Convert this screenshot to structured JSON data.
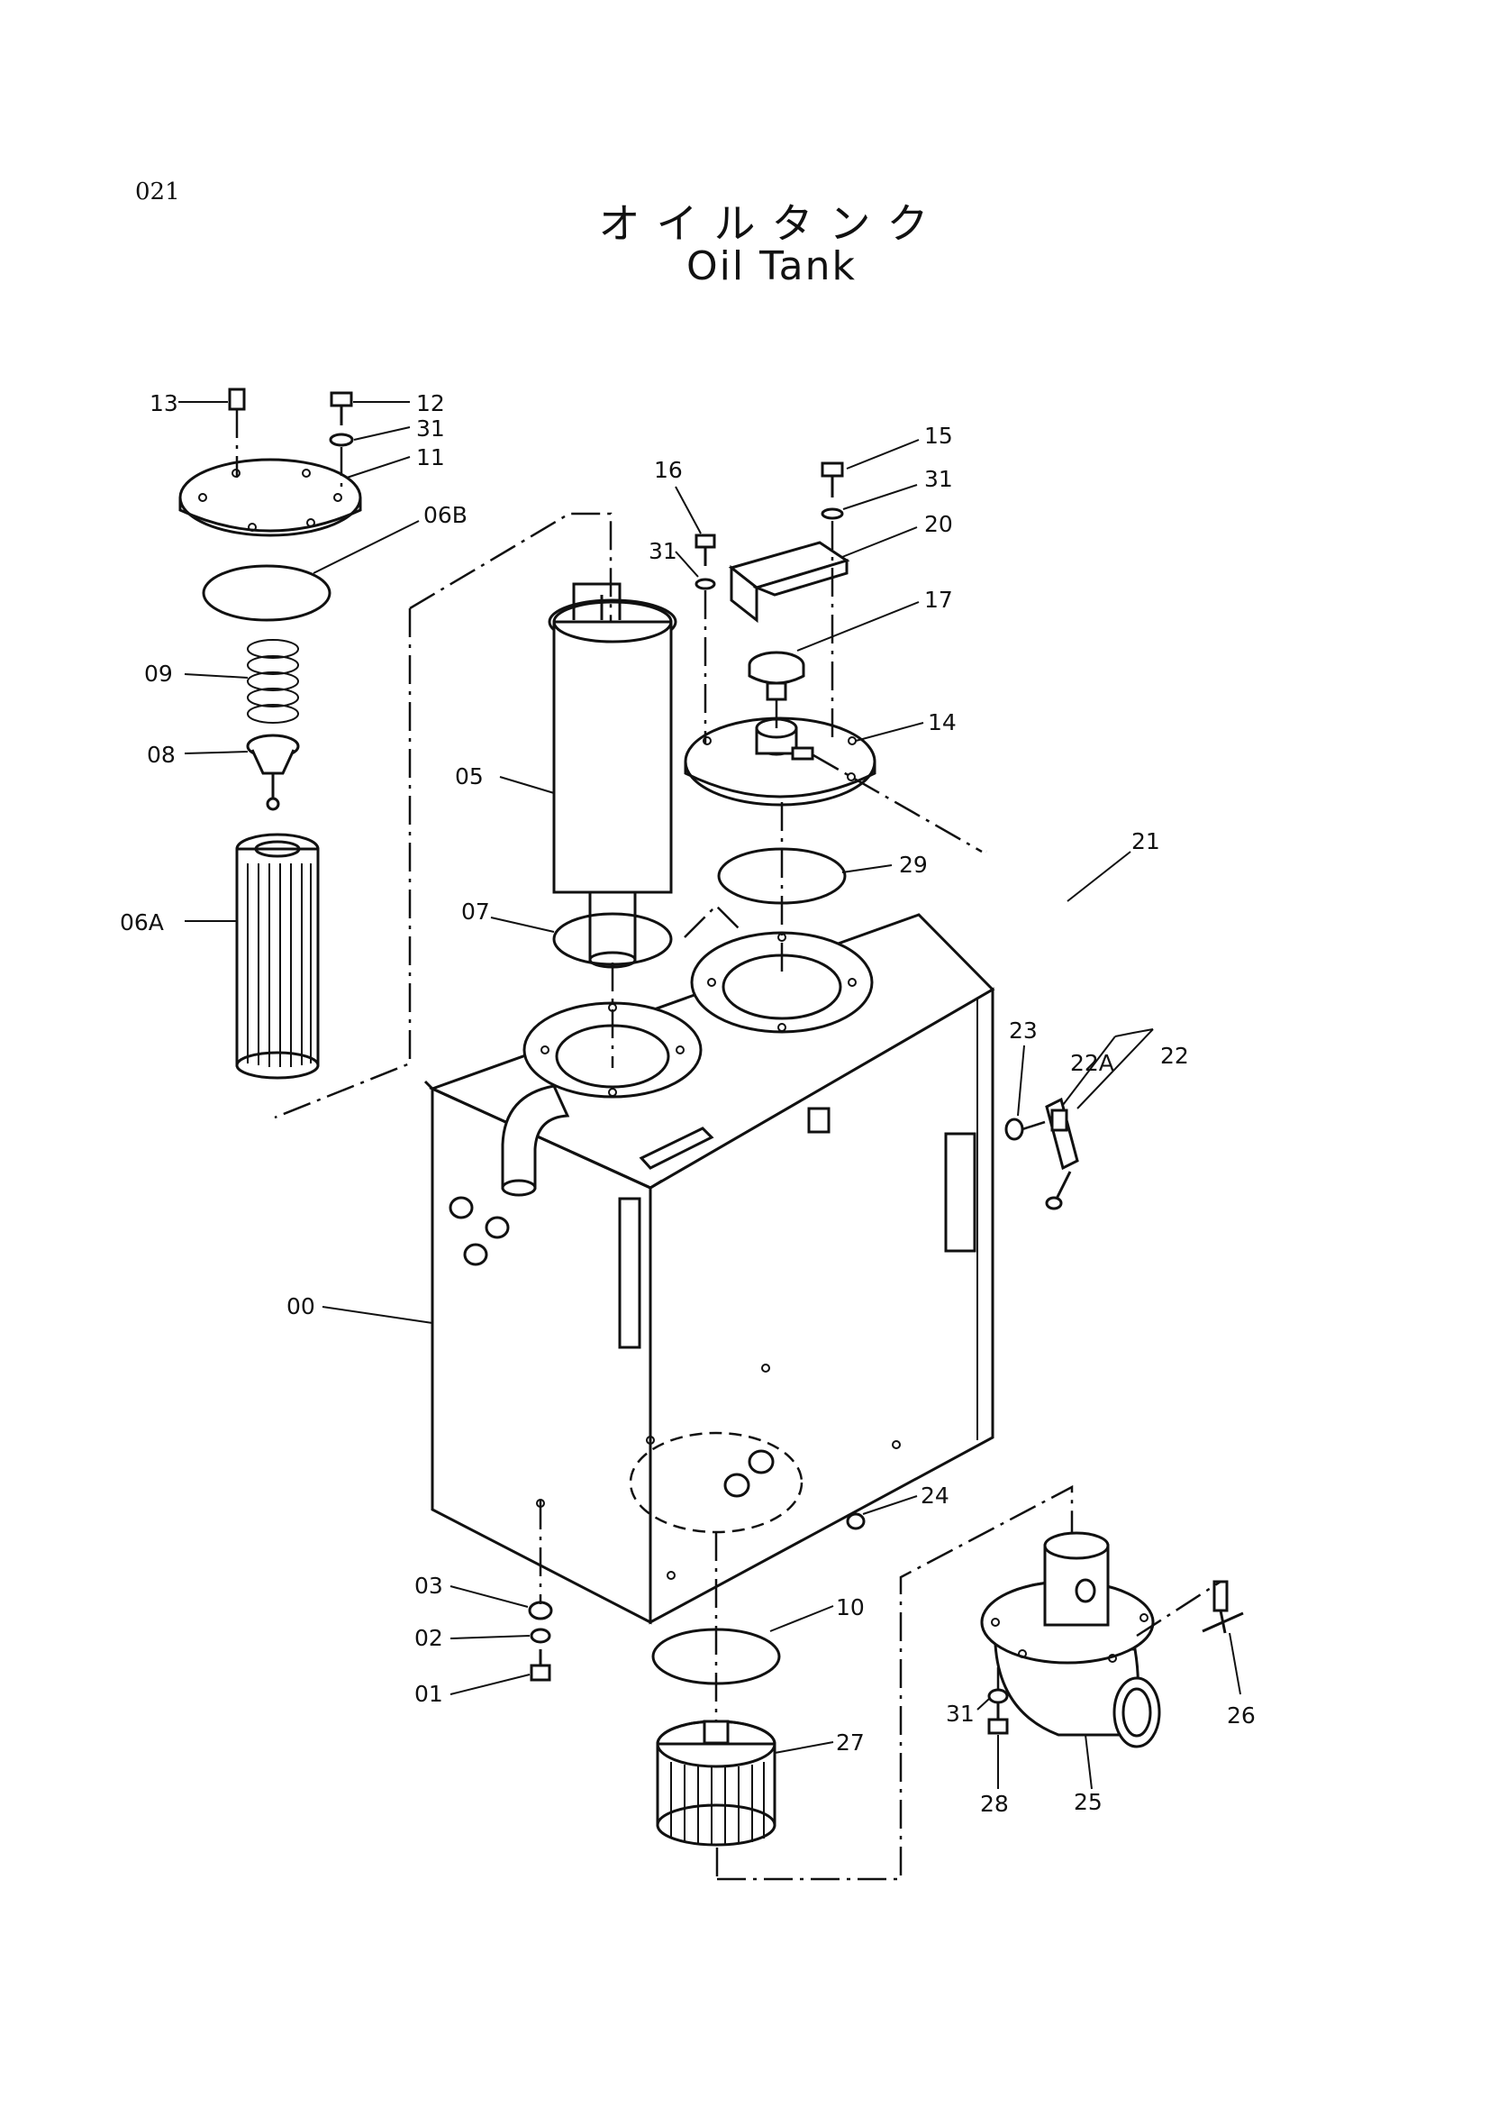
{
  "page_number": "021",
  "title_jp": "オイルタンク",
  "title_en": "Oil Tank",
  "callouts": [
    {
      "id": "c13",
      "label": "13"
    },
    {
      "id": "c12",
      "label": "12"
    },
    {
      "id": "c31a",
      "label": "31"
    },
    {
      "id": "c11",
      "label": "11"
    },
    {
      "id": "c06B",
      "label": "06B"
    },
    {
      "id": "c09",
      "label": "09"
    },
    {
      "id": "c08",
      "label": "08"
    },
    {
      "id": "c06A",
      "label": "06A"
    },
    {
      "id": "c05",
      "label": "05"
    },
    {
      "id": "c07",
      "label": "07"
    },
    {
      "id": "c16",
      "label": "16"
    },
    {
      "id": "c31b",
      "label": "31"
    },
    {
      "id": "c15",
      "label": "15"
    },
    {
      "id": "c31c",
      "label": "31"
    },
    {
      "id": "c20",
      "label": "20"
    },
    {
      "id": "c17",
      "label": "17"
    },
    {
      "id": "c14",
      "label": "14"
    },
    {
      "id": "c29",
      "label": "29"
    },
    {
      "id": "c21",
      "label": "21"
    },
    {
      "id": "c23",
      "label": "23"
    },
    {
      "id": "c22A",
      "label": "22A"
    },
    {
      "id": "c22",
      "label": "22"
    },
    {
      "id": "c00",
      "label": "00"
    },
    {
      "id": "c24",
      "label": "24"
    },
    {
      "id": "c03",
      "label": "03"
    },
    {
      "id": "c02",
      "label": "02"
    },
    {
      "id": "c01",
      "label": "01"
    },
    {
      "id": "c10",
      "label": "10"
    },
    {
      "id": "c27",
      "label": "27"
    },
    {
      "id": "c31d",
      "label": "31"
    },
    {
      "id": "c26",
      "label": "26"
    },
    {
      "id": "c28",
      "label": "28"
    },
    {
      "id": "c25",
      "label": "25"
    }
  ]
}
